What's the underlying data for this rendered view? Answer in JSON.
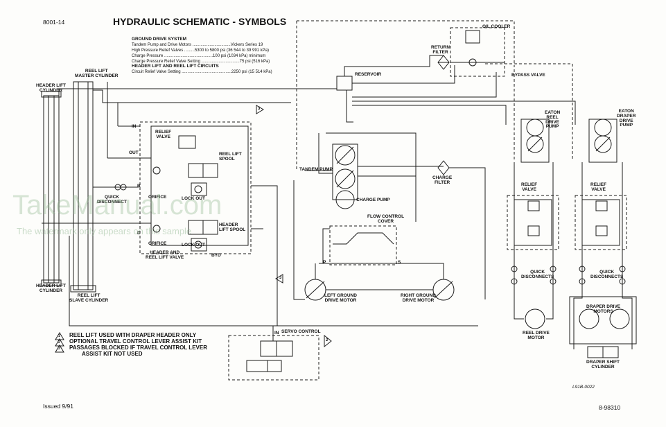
{
  "header": {
    "doc_number": "8001-14",
    "title": "HYDRAULIC SCHEMATIC - SYMBOLS"
  },
  "specs": {
    "ground_drive_heading": "GROUND DRIVE SYSTEM",
    "lines": [
      "Tandem Pump and Drive Motors .................................Vickers Series 19",
      "High Pressure Relief Valves .........5300 to 5800 psi (36 544 to 39 991 kPa)",
      "Charge Pressure ..........................................100 psi (1034 kPa) minimum",
      "Charge Pressure Relief Valve Setting .................................75 psi (516 kPa)"
    ],
    "header_heading": "HEADER LIFT AND REEL LIFT CIRCUITS",
    "header_line": "Circuit Relief Valve Setting ...........................................2250 psi (15 514 kPa)"
  },
  "labels": {
    "reel_lift_master": [
      "REEL LIFT",
      "MASTER CYLINDER"
    ],
    "header_lift_cyl": [
      "HEADER LIFT",
      "CYLINDER"
    ],
    "header_lift_cyl_bottom": [
      "HEADER LIFT",
      "CYLINDER"
    ],
    "reel_lift_slave": [
      "REEL LIFT",
      "SLAVE CYLINDER"
    ],
    "quick_disconnect": [
      "QUICK",
      "DISCONNECT"
    ],
    "in": "IN",
    "out": "OUT",
    "relief_valve": [
      "RELIEF",
      "VALVE"
    ],
    "reel_lift_spool": [
      "REEL LIFT",
      "SPOOL"
    ],
    "b": "B",
    "d": "D",
    "orifice_1": "ORIFICE",
    "orifice_2": "ORIFICE",
    "lock_out_1": "LOCK OUT",
    "lock_out_2": "LOCK OUT",
    "header_lift_spool": [
      "HEADER",
      "LIFT SPOOL"
    ],
    "header_reel_valve": [
      "HEADER AND",
      "REEL LIFT VALVE"
    ],
    "byd": "BYD",
    "reservoir": "RESERVOIR",
    "return_filter": [
      "RETURN",
      "FILTER"
    ],
    "oil_cooler": "OIL COOLER",
    "bypass_valve": "BYPASS VALVE",
    "tandem_pump": "TANDEM PUMP",
    "charge_filter": [
      "CHARGE",
      "FILTER"
    ],
    "charge_pump": "CHARGE PUMP",
    "flow_control": [
      "FLOW CONTROL",
      "COVER"
    ],
    "p": "P",
    "s": "S",
    "left_motor": [
      "LEFT GROUND",
      "DRIVE MOTOR"
    ],
    "right_motor": [
      "RIGHT GROUND",
      "DRIVE MOTOR"
    ],
    "servo_control": "SERVO CONTROL",
    "servo_in": "IN",
    "eaton_reel": [
      "EATON",
      "REEL",
      "DRIVE",
      "PUMP"
    ],
    "eaton_draper": [
      "EATON",
      "DRAPER",
      "DRIVE",
      "PUMP"
    ],
    "relief_valve_r1": [
      "RELIEF",
      "VALVE"
    ],
    "relief_valve_r2": [
      "RELIEF",
      "VALVE"
    ],
    "quick_disc_r1": [
      "QUICK",
      "DISCONNECTS"
    ],
    "quick_disc_r2": [
      "QUICK",
      "DISCONNECTS"
    ],
    "reel_drive_motor": [
      "REEL DRIVE",
      "MOTOR"
    ],
    "draper_drive_motors": [
      "DRAPER DRIVE",
      "MOTORS"
    ],
    "draper_shift": [
      "DRAPER SHIFT",
      "CYLINDER"
    ],
    "callout_3": "3",
    "callout_3b": "3",
    "callout_2": "2"
  },
  "notes": [
    {
      "num": "1",
      "text": "REEL LIFT USED WITH DRAPER HEADER ONLY"
    },
    {
      "num": "2",
      "text": "OPTIONAL TRAVEL CONTROL LEVER ASSIST KIT"
    },
    {
      "num": "3",
      "text": "PASSAGES BLOCKED IF TRAVEL CONTROL LEVER"
    },
    {
      "num": "",
      "text": "ASSIST KIT NOT USED"
    }
  ],
  "footer": {
    "drawing_id": "L91B-0022",
    "issued": "Issued 9/91",
    "page_code": "8-98310"
  },
  "watermark": {
    "main": "TakeManual.com",
    "sub": "The watermark only appears on this sample"
  }
}
